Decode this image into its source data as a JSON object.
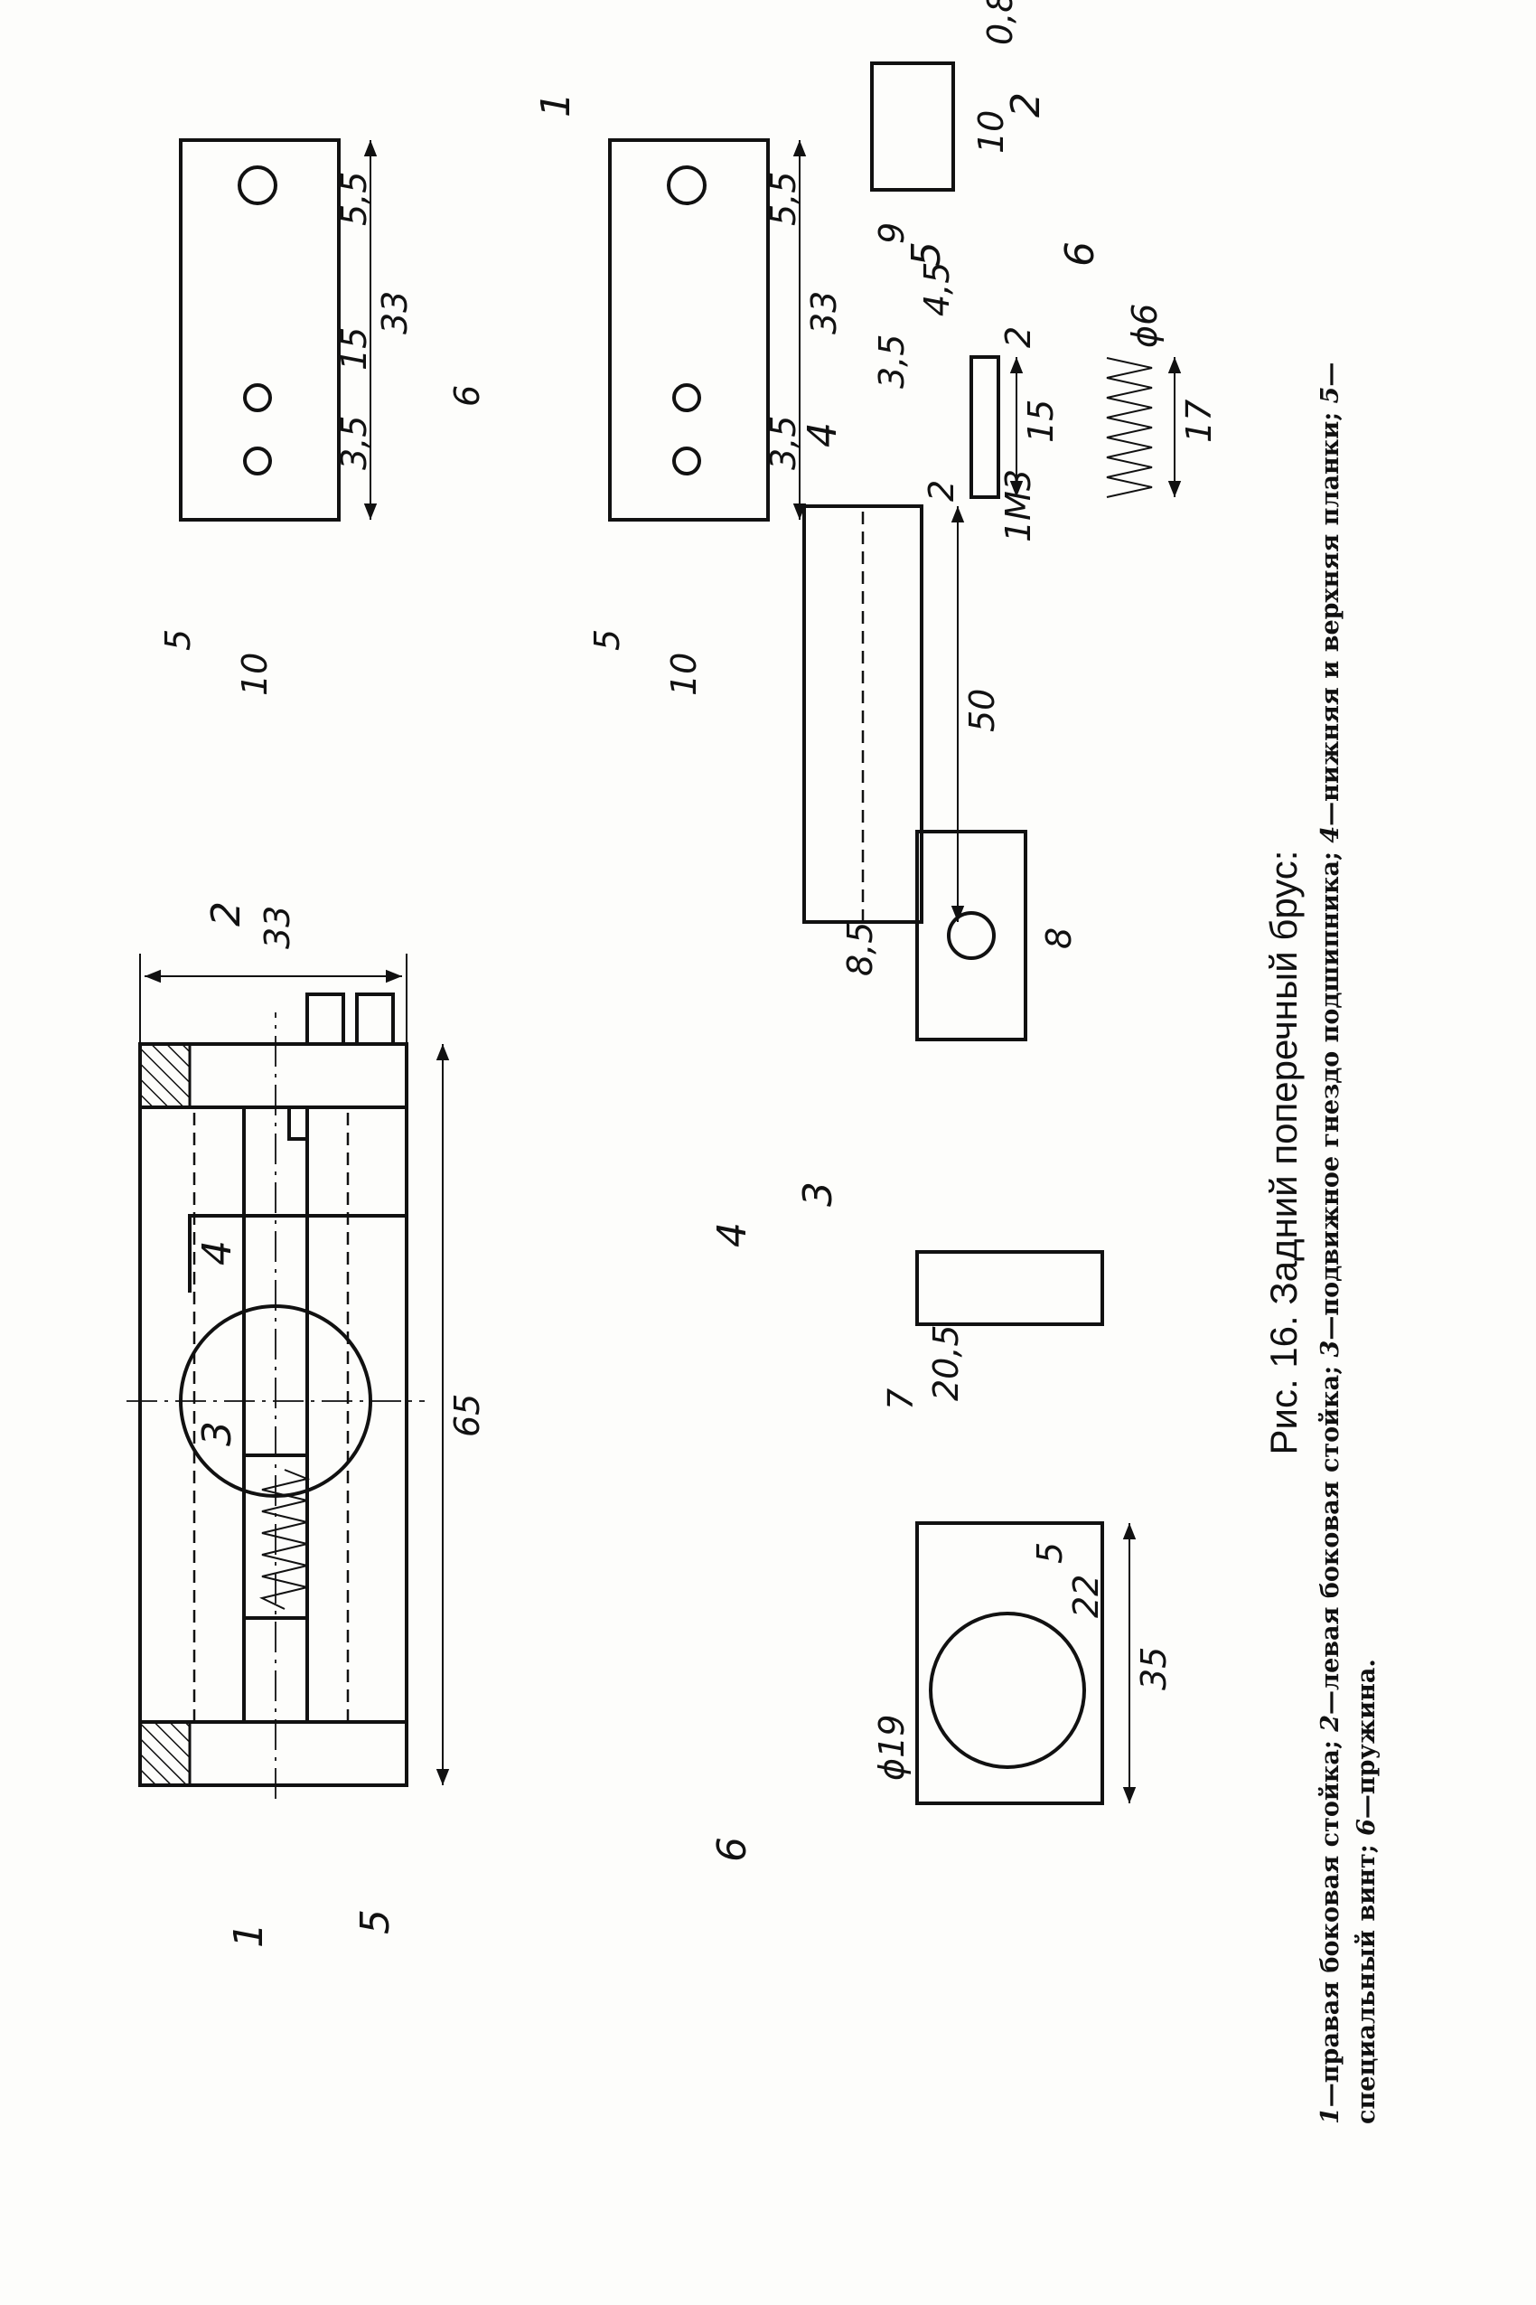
{
  "caption": {
    "title": "Рис. 16. Задний поперечный брус:",
    "legend": [
      {
        "num": "1",
        "text": "—правая боковая стойка; "
      },
      {
        "num": "2",
        "text": "—левая боковая стойка; "
      },
      {
        "num": "3",
        "text": "—подвижное гнездо подшипника; "
      },
      {
        "num": "4",
        "text": "—нижняя и верхняя планки; "
      },
      {
        "num": "5",
        "text": "—специальный винт; "
      },
      {
        "num": "6",
        "text": "—пружина."
      }
    ]
  },
  "callouts": {
    "assembly": [
      "1",
      "2",
      "3",
      "4",
      "4",
      "5",
      "6"
    ],
    "part1": "1",
    "part2": "2",
    "part3": "3",
    "part4": "4",
    "part5": "5",
    "part6": "6"
  },
  "dimensions": {
    "assembly": {
      "height": "33",
      "length": "65"
    },
    "part1": {
      "height": "33",
      "width": "10",
      "offset": "5",
      "depth": "6",
      "hole_a": "5,5",
      "hole_b": "15",
      "hole_c": "3,5"
    },
    "part2": {
      "height": "33",
      "width": "10",
      "offset": "5",
      "slot": "9",
      "step": "4,5",
      "hole_a": "5,5",
      "hole_c": "3,5",
      "tab": "3,5"
    },
    "part3": {
      "width": "35",
      "slot_depth": "5",
      "slot_width": "7",
      "inner": "22",
      "height": "20,5",
      "bore": "ϕ19",
      "thickness": "8"
    },
    "part4": {
      "length": "50",
      "height": "8,5",
      "lip": "2",
      "section_w": "10",
      "wall": "0,8"
    },
    "part5": {
      "length": "15",
      "head": "2",
      "thread": "1М3"
    },
    "part6": {
      "length": "17",
      "diameter": "ϕ6"
    }
  },
  "icons": {
    "hatching": "section-hatch",
    "arrows": "dimension-arrow"
  }
}
